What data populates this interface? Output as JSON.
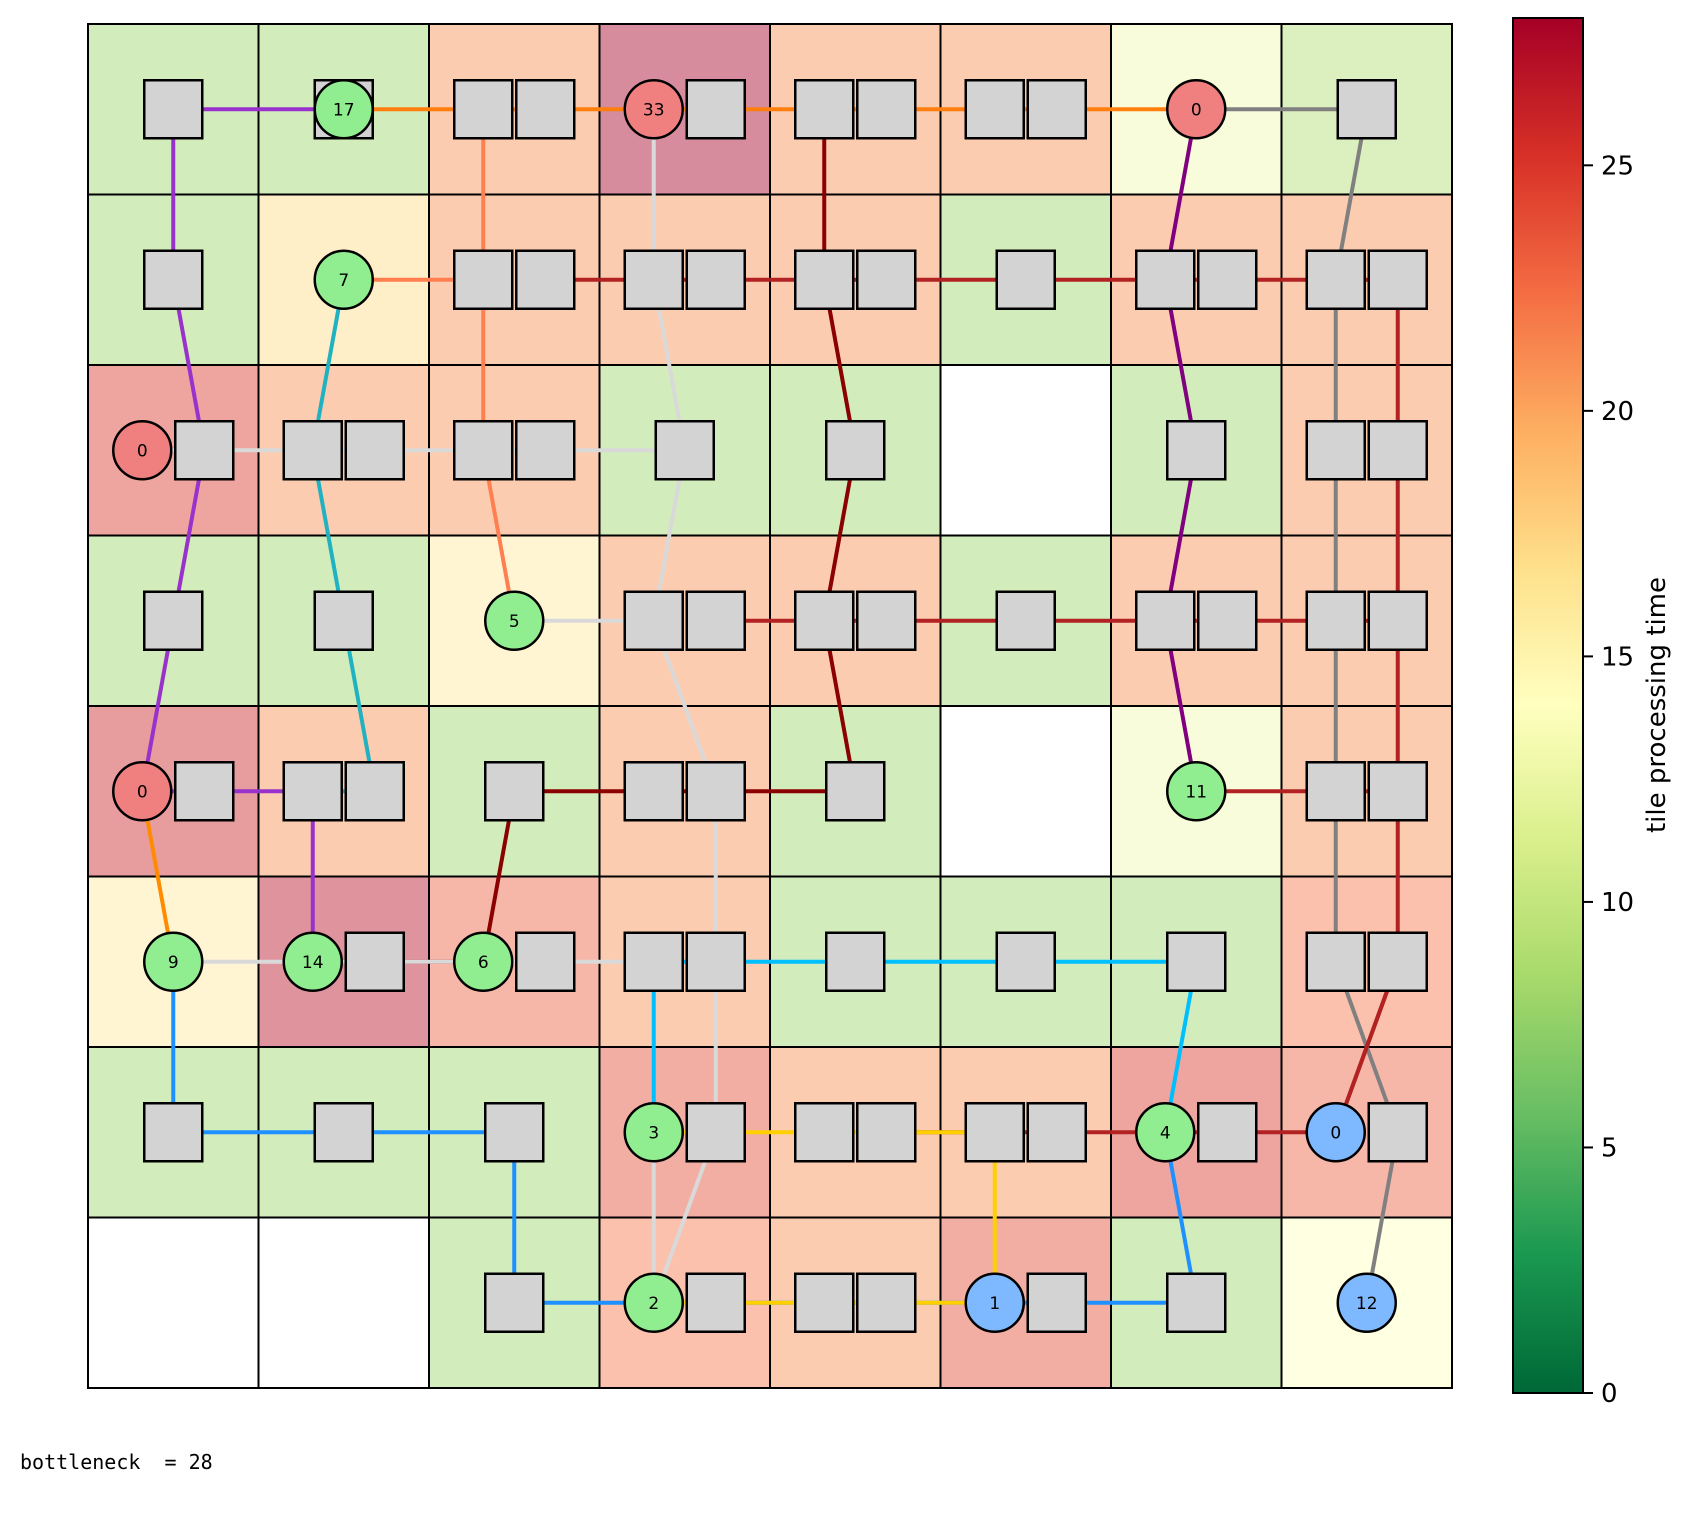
{
  "grid": {
    "cols": 8,
    "rows": 8,
    "tiles": [
      [
        {
          "t": 8
        },
        {
          "t": 8
        },
        {
          "t": 21
        },
        {
          "t": 28
        },
        {
          "t": 21
        },
        {
          "t": 21
        },
        {
          "t": 13
        },
        {
          "t": 9
        }
      ],
      [
        {
          "t": 8
        },
        {
          "t": 17
        },
        {
          "t": 21
        },
        {
          "t": 21
        },
        {
          "t": 21
        },
        {
          "t": 8
        },
        {
          "t": 21
        },
        {
          "t": 21
        }
      ],
      [
        {
          "t": 25
        },
        {
          "t": 21
        },
        {
          "t": 21
        },
        {
          "t": 8
        },
        {
          "t": 8
        },
        null,
        {
          "t": 8
        },
        {
          "t": 21
        }
      ],
      [
        {
          "t": 8
        },
        {
          "t": 8
        },
        {
          "t": 16
        },
        {
          "t": 21
        },
        {
          "t": 21
        },
        {
          "t": 8
        },
        {
          "t": 21
        },
        {
          "t": 21
        }
      ],
      [
        {
          "t": 26
        },
        {
          "t": 21
        },
        {
          "t": 8
        },
        {
          "t": 21
        },
        {
          "t": 8
        },
        null,
        {
          "t": 13
        },
        {
          "t": 21
        }
      ],
      [
        {
          "t": 16
        },
        {
          "t": 27
        },
        {
          "t": 23
        },
        {
          "t": 21
        },
        {
          "t": 8
        },
        {
          "t": 8
        },
        {
          "t": 8
        },
        {
          "t": 22
        }
      ],
      [
        {
          "t": 8
        },
        {
          "t": 8
        },
        {
          "t": 8
        },
        {
          "t": 24
        },
        {
          "t": 21
        },
        {
          "t": 21
        },
        {
          "t": 25
        },
        {
          "t": 23
        }
      ],
      [
        null,
        null,
        {
          "t": 8
        },
        {
          "t": 22
        },
        {
          "t": 21
        },
        {
          "t": 24
        },
        {
          "t": 8
        },
        {
          "t": 14
        }
      ]
    ]
  },
  "boxes": [
    [
      0,
      0,
      "c"
    ],
    [
      1,
      0,
      "c"
    ],
    [
      2,
      0,
      "l"
    ],
    [
      2,
      0,
      "r"
    ],
    [
      3,
      0,
      "r"
    ],
    [
      4,
      0,
      "l"
    ],
    [
      4,
      0,
      "r"
    ],
    [
      5,
      0,
      "l"
    ],
    [
      5,
      0,
      "r"
    ],
    [
      7,
      0,
      "c"
    ],
    [
      0,
      1,
      "c"
    ],
    [
      2,
      1,
      "l"
    ],
    [
      2,
      1,
      "r"
    ],
    [
      3,
      1,
      "l"
    ],
    [
      3,
      1,
      "r"
    ],
    [
      4,
      1,
      "l"
    ],
    [
      4,
      1,
      "r"
    ],
    [
      5,
      1,
      "c"
    ],
    [
      6,
      1,
      "l"
    ],
    [
      6,
      1,
      "r"
    ],
    [
      7,
      1,
      "l"
    ],
    [
      7,
      1,
      "r"
    ],
    [
      0,
      2,
      "r"
    ],
    [
      1,
      2,
      "l"
    ],
    [
      1,
      2,
      "r"
    ],
    [
      2,
      2,
      "l"
    ],
    [
      2,
      2,
      "r"
    ],
    [
      3,
      2,
      "c"
    ],
    [
      4,
      2,
      "c"
    ],
    [
      6,
      2,
      "c"
    ],
    [
      7,
      2,
      "l"
    ],
    [
      7,
      2,
      "r"
    ],
    [
      0,
      3,
      "c"
    ],
    [
      1,
      3,
      "c"
    ],
    [
      3,
      3,
      "l"
    ],
    [
      3,
      3,
      "r"
    ],
    [
      4,
      3,
      "l"
    ],
    [
      4,
      3,
      "r"
    ],
    [
      5,
      3,
      "c"
    ],
    [
      6,
      3,
      "l"
    ],
    [
      6,
      3,
      "r"
    ],
    [
      7,
      3,
      "l"
    ],
    [
      7,
      3,
      "r"
    ],
    [
      0,
      4,
      "r"
    ],
    [
      1,
      4,
      "l"
    ],
    [
      1,
      4,
      "r"
    ],
    [
      2,
      4,
      "c"
    ],
    [
      3,
      4,
      "l"
    ],
    [
      3,
      4,
      "r"
    ],
    [
      4,
      4,
      "c"
    ],
    [
      7,
      4,
      "l"
    ],
    [
      7,
      4,
      "r"
    ],
    [
      1,
      5,
      "r"
    ],
    [
      2,
      5,
      "r"
    ],
    [
      3,
      5,
      "l"
    ],
    [
      3,
      5,
      "r"
    ],
    [
      4,
      5,
      "c"
    ],
    [
      5,
      5,
      "c"
    ],
    [
      6,
      5,
      "c"
    ],
    [
      7,
      5,
      "l"
    ],
    [
      7,
      5,
      "r"
    ],
    [
      0,
      6,
      "c"
    ],
    [
      1,
      6,
      "c"
    ],
    [
      2,
      6,
      "c"
    ],
    [
      3,
      6,
      "r"
    ],
    [
      4,
      6,
      "l"
    ],
    [
      4,
      6,
      "r"
    ],
    [
      5,
      6,
      "l"
    ],
    [
      5,
      6,
      "r"
    ],
    [
      6,
      6,
      "r"
    ],
    [
      7,
      6,
      "r"
    ],
    [
      2,
      7,
      "c"
    ],
    [
      3,
      7,
      "r"
    ],
    [
      4,
      7,
      "l"
    ],
    [
      4,
      7,
      "r"
    ],
    [
      5,
      7,
      "r"
    ],
    [
      6,
      7,
      "c"
    ]
  ],
  "nodes": [
    {
      "label": "17",
      "col": 1,
      "row": 0,
      "pos": "c",
      "fill": "#90ee90"
    },
    {
      "label": "33",
      "col": 3,
      "row": 0,
      "pos": "l",
      "fill": "#f08080"
    },
    {
      "label": "0",
      "col": 6,
      "row": 0,
      "pos": "c",
      "fill": "#f08080"
    },
    {
      "label": "7",
      "col": 1,
      "row": 1,
      "pos": "c",
      "fill": "#90ee90"
    },
    {
      "label": "0",
      "col": 0,
      "row": 2,
      "pos": "l",
      "fill": "#f08080"
    },
    {
      "label": "5",
      "col": 2,
      "row": 3,
      "pos": "c",
      "fill": "#90ee90"
    },
    {
      "label": "0",
      "col": 0,
      "row": 4,
      "pos": "l",
      "fill": "#f08080"
    },
    {
      "label": "11",
      "col": 6,
      "row": 4,
      "pos": "c",
      "fill": "#90ee90"
    },
    {
      "label": "9",
      "col": 0,
      "row": 5,
      "pos": "c",
      "fill": "#90ee90"
    },
    {
      "label": "14",
      "col": 1,
      "row": 5,
      "pos": "l",
      "fill": "#90ee90"
    },
    {
      "label": "6",
      "col": 2,
      "row": 5,
      "pos": "l",
      "fill": "#90ee90"
    },
    {
      "label": "3",
      "col": 3,
      "row": 6,
      "pos": "l",
      "fill": "#90ee90"
    },
    {
      "label": "4",
      "col": 6,
      "row": 6,
      "pos": "l",
      "fill": "#90ee90"
    },
    {
      "label": "0",
      "col": 7,
      "row": 6,
      "pos": "l",
      "fill": "#7eb8ff"
    },
    {
      "label": "2",
      "col": 3,
      "row": 7,
      "pos": "l",
      "fill": "#90ee90"
    },
    {
      "label": "1",
      "col": 5,
      "row": 7,
      "pos": "l",
      "fill": "#7eb8ff"
    },
    {
      "label": "12",
      "col": 7,
      "row": 7,
      "pos": "c",
      "fill": "#7eb8ff"
    }
  ],
  "paths": [
    {
      "color": "#9932cc",
      "points": [
        [
          1,
          5,
          "l"
        ],
        [
          1,
          4,
          "l"
        ],
        [
          0,
          4,
          "l"
        ],
        [
          0,
          3,
          "c"
        ],
        [
          0,
          2,
          "r"
        ],
        [
          0,
          1,
          "c"
        ],
        [
          0,
          0,
          "c"
        ],
        [
          1,
          0,
          "c"
        ]
      ]
    },
    {
      "color": "#ff7f0e",
      "points": [
        [
          1,
          0,
          "c"
        ],
        [
          2,
          0,
          "l"
        ],
        [
          3,
          0,
          "r"
        ],
        [
          4,
          0,
          "l"
        ],
        [
          5,
          0,
          "l"
        ],
        [
          6,
          0,
          "c"
        ]
      ]
    },
    {
      "color": "#ff8c00",
      "points": [
        [
          0,
          5,
          "c"
        ],
        [
          0,
          4,
          "l"
        ]
      ]
    },
    {
      "color": "#808080",
      "points": [
        [
          7,
          0,
          "c"
        ],
        [
          6,
          0,
          "c"
        ]
      ]
    },
    {
      "color": "#808080",
      "points": [
        [
          7,
          7,
          "c"
        ],
        [
          7,
          6,
          "r"
        ],
        [
          7,
          5,
          "l"
        ],
        [
          7,
          4,
          "l"
        ],
        [
          7,
          3,
          "l"
        ],
        [
          7,
          2,
          "l"
        ],
        [
          7,
          1,
          "l"
        ],
        [
          7,
          0,
          "c"
        ]
      ]
    },
    {
      "color": "#ff7f50",
      "points": [
        [
          2,
          3,
          "c"
        ],
        [
          2,
          2,
          "l"
        ],
        [
          2,
          1,
          "l"
        ],
        [
          2,
          0,
          "l"
        ]
      ]
    },
    {
      "color": "#ff7f50",
      "points": [
        [
          2,
          1,
          "l"
        ],
        [
          1,
          1,
          "c"
        ]
      ]
    },
    {
      "color": "#8b0000",
      "points": [
        [
          4,
          4,
          "c"
        ],
        [
          4,
          3,
          "l"
        ],
        [
          4,
          2,
          "c"
        ],
        [
          4,
          1,
          "l"
        ],
        [
          4,
          0,
          "l"
        ]
      ]
    },
    {
      "color": "#8b0000",
      "points": [
        [
          2,
          4,
          "c"
        ],
        [
          3,
          4,
          "l"
        ],
        [
          4,
          4,
          "c"
        ]
      ]
    },
    {
      "color": "#8b0000",
      "points": [
        [
          2,
          5,
          "l"
        ],
        [
          2,
          4,
          "c"
        ]
      ]
    },
    {
      "color": "#8b0000",
      "points": [
        [
          2,
          5,
          "l"
        ],
        [
          1,
          5,
          "l"
        ]
      ]
    },
    {
      "color": "#b22222",
      "points": [
        [
          7,
          1,
          "r"
        ],
        [
          6,
          1,
          "r"
        ],
        [
          5,
          1,
          "c"
        ],
        [
          4,
          1,
          "r"
        ],
        [
          3,
          1,
          "r"
        ],
        [
          2,
          1,
          "r"
        ]
      ]
    },
    {
      "color": "#b22222",
      "points": [
        [
          7,
          3,
          "r"
        ],
        [
          6,
          3,
          "r"
        ],
        [
          5,
          3,
          "c"
        ],
        [
          4,
          3,
          "r"
        ],
        [
          3,
          3,
          "r"
        ]
      ]
    },
    {
      "color": "#b22222",
      "points": [
        [
          7,
          6,
          "l"
        ],
        [
          7,
          5,
          "r"
        ],
        [
          7,
          4,
          "r"
        ],
        [
          7,
          3,
          "r"
        ],
        [
          7,
          2,
          "r"
        ],
        [
          7,
          1,
          "r"
        ]
      ]
    },
    {
      "color": "#b22222",
      "points": [
        [
          7,
          4,
          "r"
        ],
        [
          6,
          4,
          "c"
        ]
      ]
    },
    {
      "color": "#b22222",
      "points": [
        [
          7,
          6,
          "l"
        ],
        [
          6,
          6,
          "r"
        ],
        [
          5,
          6,
          "r"
        ],
        [
          4,
          6,
          "r"
        ]
      ]
    },
    {
      "color": "#800080",
      "points": [
        [
          6,
          4,
          "c"
        ],
        [
          6,
          3,
          "l"
        ],
        [
          6,
          2,
          "c"
        ],
        [
          6,
          1,
          "l"
        ],
        [
          6,
          0,
          "c"
        ]
      ]
    },
    {
      "color": "#20b2c0",
      "points": [
        [
          1,
          1,
          "c"
        ],
        [
          1,
          2,
          "l"
        ],
        [
          1,
          3,
          "c"
        ],
        [
          1,
          4,
          "r"
        ],
        [
          1,
          4,
          "l"
        ]
      ]
    },
    {
      "color": "#d9d9d9",
      "points": [
        [
          3,
          7,
          "l"
        ],
        [
          3,
          6,
          "r"
        ],
        [
          3,
          5,
          "r"
        ],
        [
          3,
          4,
          "r"
        ],
        [
          3,
          3,
          "l"
        ],
        [
          3,
          2,
          "c"
        ],
        [
          3,
          1,
          "l"
        ],
        [
          3,
          0,
          "l"
        ]
      ]
    },
    {
      "color": "#d9d9d9",
      "points": [
        [
          3,
          2,
          "c"
        ],
        [
          2,
          2,
          "r"
        ],
        [
          1,
          2,
          "r"
        ],
        [
          0,
          2,
          "l"
        ]
      ]
    },
    {
      "color": "#d9d9d9",
      "points": [
        [
          3,
          3,
          "l"
        ],
        [
          2,
          3,
          "c"
        ]
      ]
    },
    {
      "color": "#d9d9d9",
      "points": [
        [
          3,
          7,
          "l"
        ],
        [
          3,
          6,
          "l"
        ]
      ]
    },
    {
      "color": "#d9d9d9",
      "points": [
        [
          3,
          5,
          "l"
        ],
        [
          2,
          5,
          "r"
        ],
        [
          1,
          5,
          "l"
        ],
        [
          0,
          5,
          "c"
        ]
      ]
    },
    {
      "color": "#00bfff",
      "points": [
        [
          3,
          6,
          "l"
        ],
        [
          3,
          5,
          "l"
        ],
        [
          4,
          5,
          "c"
        ],
        [
          5,
          5,
          "c"
        ],
        [
          6,
          5,
          "c"
        ],
        [
          6,
          6,
          "l"
        ]
      ]
    },
    {
      "color": "#1e90ff",
      "points": [
        [
          6,
          6,
          "l"
        ],
        [
          6,
          7,
          "c"
        ],
        [
          5,
          7,
          "l"
        ],
        [
          4,
          7,
          "l"
        ],
        [
          3,
          7,
          "r"
        ],
        [
          2,
          7,
          "c"
        ],
        [
          2,
          6,
          "c"
        ],
        [
          1,
          6,
          "c"
        ],
        [
          0,
          6,
          "c"
        ],
        [
          0,
          5,
          "c"
        ]
      ]
    },
    {
      "color": "#ffd000",
      "points": [
        [
          5,
          7,
          "l"
        ],
        [
          5,
          6,
          "l"
        ],
        [
          4,
          6,
          "l"
        ],
        [
          3,
          6,
          "l"
        ]
      ]
    },
    {
      "color": "#ffd000",
      "points": [
        [
          5,
          7,
          "l"
        ],
        [
          4,
          7,
          "r"
        ],
        [
          3,
          7,
          "l"
        ]
      ]
    },
    {
      "color": "#b22222",
      "points": [
        [
          7,
          6,
          "l"
        ],
        [
          7,
          5,
          "r"
        ]
      ]
    }
  ],
  "colorbar": {
    "label": "tile processing time",
    "min": 0,
    "max": 28,
    "ticks": [
      "0",
      "5",
      "10",
      "15",
      "20",
      "25"
    ]
  },
  "caption": "bottleneck  = 28"
}
